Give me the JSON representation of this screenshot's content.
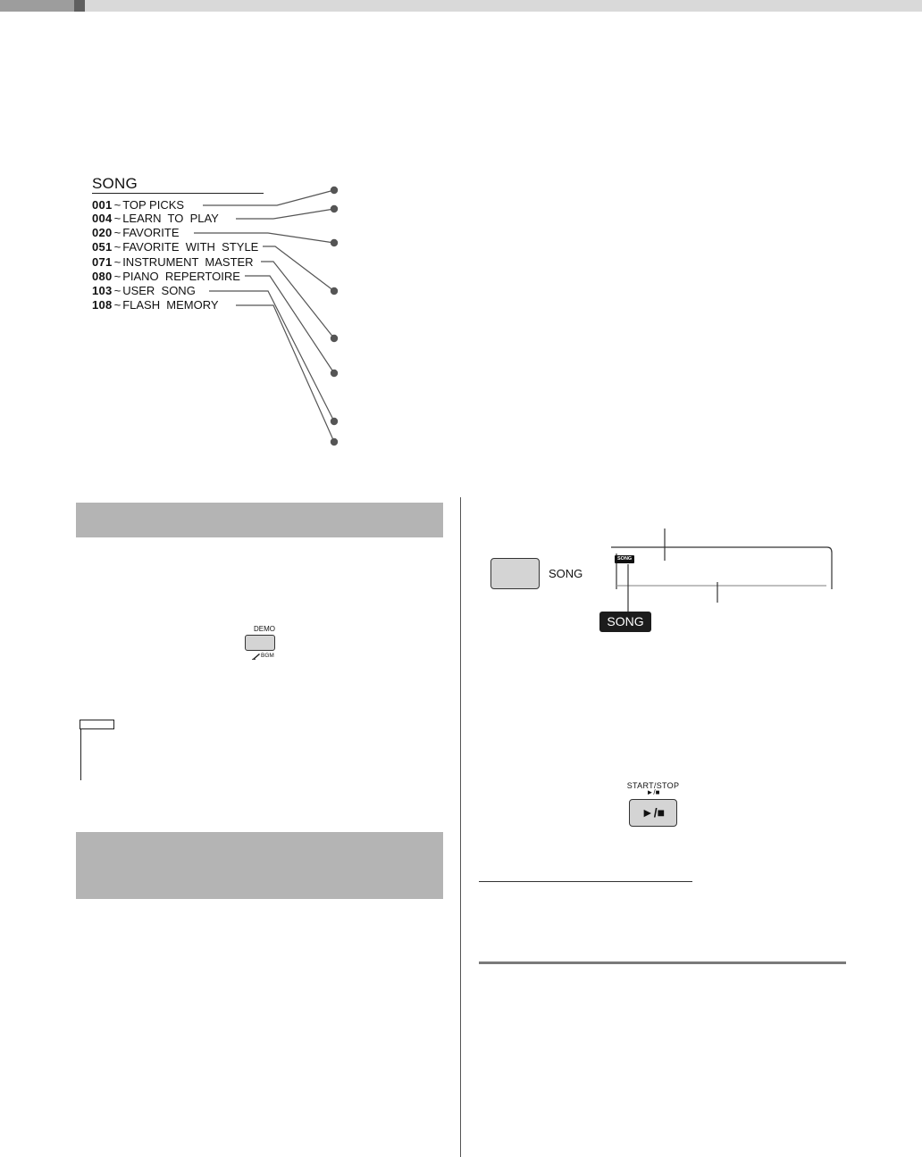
{
  "song_list": {
    "heading": "SONG",
    "items": [
      {
        "number": "001",
        "tilde": "~",
        "label": "TOP PICKS"
      },
      {
        "number": "004",
        "tilde": "~",
        "label": "LEARN  TO  PLAY"
      },
      {
        "number": "020",
        "tilde": "~",
        "label": "FAVORITE"
      },
      {
        "number": "051",
        "tilde": "~",
        "label": "FAVORITE  WITH  STYLE"
      },
      {
        "number": "071",
        "tilde": "~",
        "label": "INSTRUMENT  MASTER"
      },
      {
        "number": "080",
        "tilde": "~",
        "label": "PIANO  REPERTOIRE"
      },
      {
        "number": "103",
        "tilde": "~",
        "label": "USER  SONG"
      },
      {
        "number": "108",
        "tilde": "~",
        "label": "FLASH  MEMORY"
      }
    ]
  },
  "demo_panel": {
    "demo_label": "DEMO",
    "bgm_label": "BGM"
  },
  "song_panel": {
    "button_label": "SONG",
    "lcd_mini_label": "SONG",
    "indicator_label": "SONG"
  },
  "startstop_panel": {
    "label": "START/STOP",
    "sub_symbol": "►/■",
    "button_symbol": "►/■"
  },
  "colors": {
    "section_bar": "#b4b4b4",
    "button_fill": "#d4d4d4",
    "dot": "#555555",
    "badge": "#1c1c1c"
  },
  "icons": [
    "pen-icon",
    "callout-dot"
  ]
}
